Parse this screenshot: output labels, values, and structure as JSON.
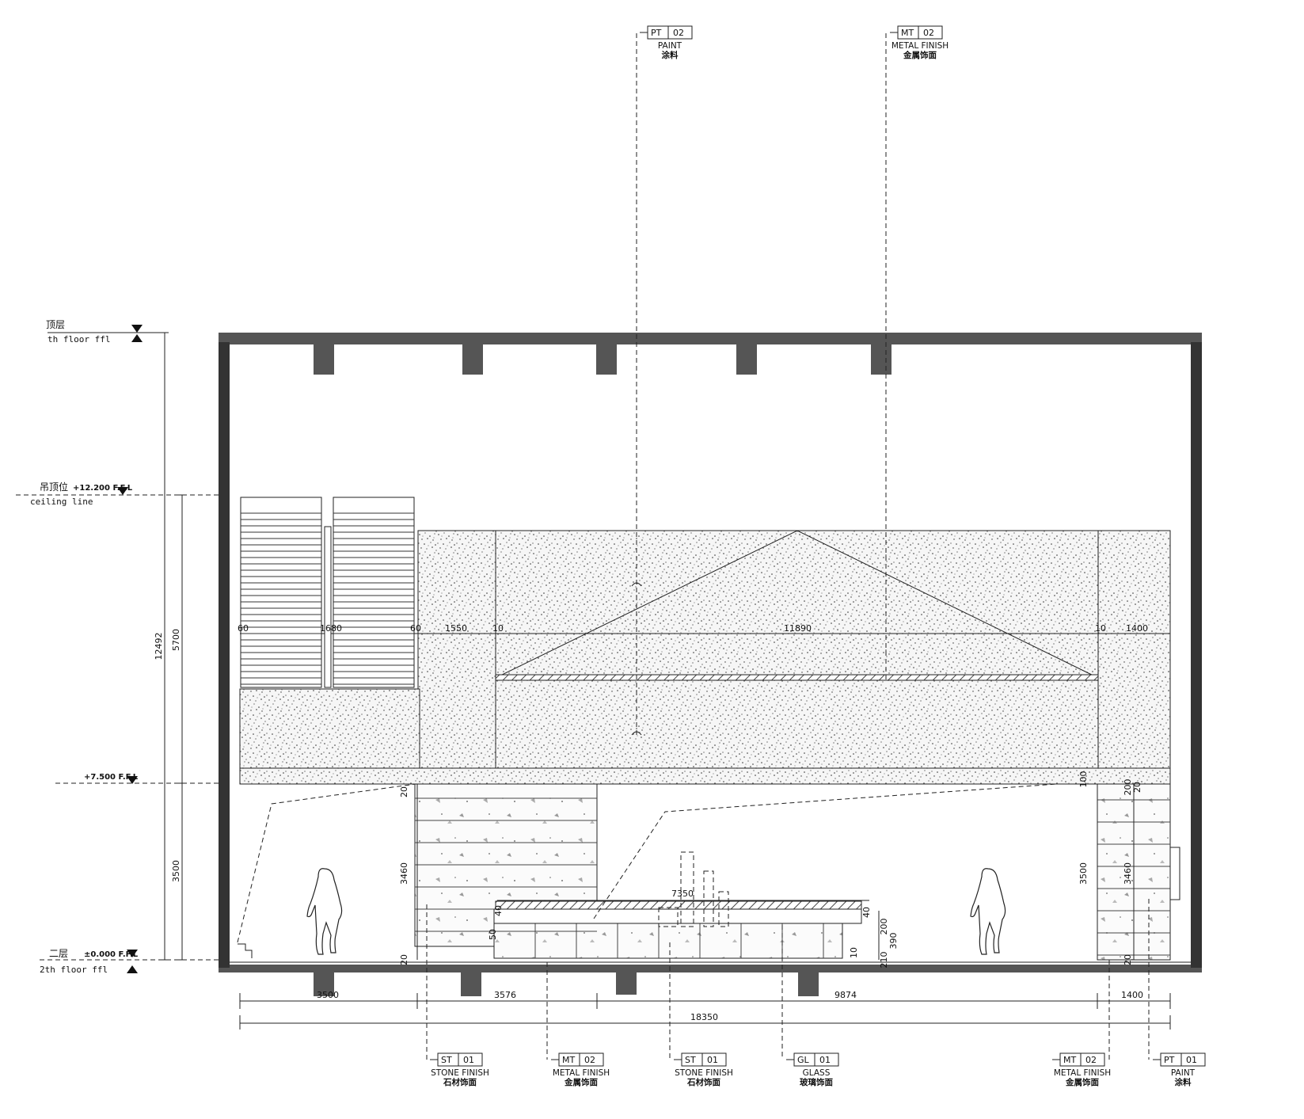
{
  "levels": {
    "top": {
      "cn": "顶层",
      "en": "th floor ffl"
    },
    "ceiling": {
      "cn": "吊顶位",
      "mark": "+12.200 F.F.L",
      "en": "ceiling line"
    },
    "mid": {
      "mark": "+7.500 F.F.L"
    },
    "second": {
      "cn": "二层",
      "mark": "±0.000 F.F.L",
      "en": "2th floor ffl"
    }
  },
  "vertical_dims": {
    "total": "12492",
    "upper": "5700",
    "lower": "3500"
  },
  "inner_dims": {
    "d3460_left": "3460",
    "d3500_right": "3500",
    "d3460_right": "3460",
    "d7350": "7350",
    "d200": "200",
    "d390": "390",
    "d210": "210",
    "d10": "10",
    "d40": "40",
    "d50": "50",
    "d100": "100",
    "d200b": "200",
    "d20": "20",
    "top_row": {
      "d60a": "60",
      "d1680": "1680",
      "d60b": "60",
      "d1550": "1550",
      "d10a": "10",
      "d11890": "11890",
      "d10b": "10",
      "d1400": "1400"
    }
  },
  "bottom_dims": {
    "a": "3500",
    "b": "3576",
    "c": "9874",
    "d": "1400",
    "total": "18350"
  },
  "top_tags": [
    {
      "code": "PT",
      "num": "02",
      "en": "PAINT",
      "cn": "涂料"
    },
    {
      "code": "MT",
      "num": "02",
      "en": "METAL FINISH",
      "cn": "金属饰面"
    }
  ],
  "bottom_tags": [
    {
      "code": "ST",
      "num": "01",
      "en": "STONE FINISH",
      "cn": "石材饰面"
    },
    {
      "code": "MT",
      "num": "02",
      "en": "METAL FINISH",
      "cn": "金属饰面"
    },
    {
      "code": "ST",
      "num": "01",
      "en": "STONE FINISH",
      "cn": "石材饰面"
    },
    {
      "code": "GL",
      "num": "01",
      "en": "GLASS",
      "cn": "玻璃饰面"
    },
    {
      "code": "MT",
      "num": "02",
      "en": "METAL FINISH",
      "cn": "金属饰面"
    },
    {
      "code": "PT",
      "num": "01",
      "en": "PAINT",
      "cn": "涂料"
    }
  ]
}
